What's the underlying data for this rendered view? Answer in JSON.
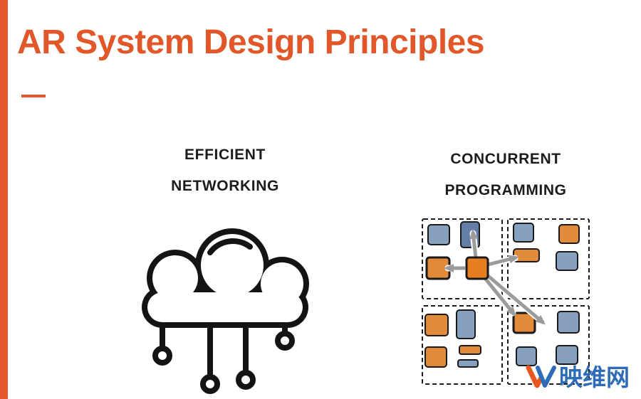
{
  "slide": {
    "title": "AR System Design Principles",
    "accent_color": "#E1572A",
    "background": "#FFFFFF"
  },
  "figures": {
    "networking": {
      "label_line1": "EFFICIENT",
      "label_line2": "NETWORKING",
      "icon": "cloud-network-icon",
      "icon_color": "#141414"
    },
    "concurrent": {
      "label_line1": "CONCURRENT",
      "label_line2": "PROGRAMMING",
      "icon": "concurrent-programming-diagram",
      "colors": {
        "blue": "#87A0BF",
        "blue_dark": "#647FA6",
        "orange": "#E08A3A",
        "orange_dark": "#E87E22",
        "border": "#1A1A1A",
        "arrow": "#9B9B9B"
      }
    }
  },
  "watermark": {
    "text": "映维网",
    "color": "#2E6CB7",
    "logo_orange": "#E8571F",
    "logo_blue": "#2E6CB7"
  }
}
